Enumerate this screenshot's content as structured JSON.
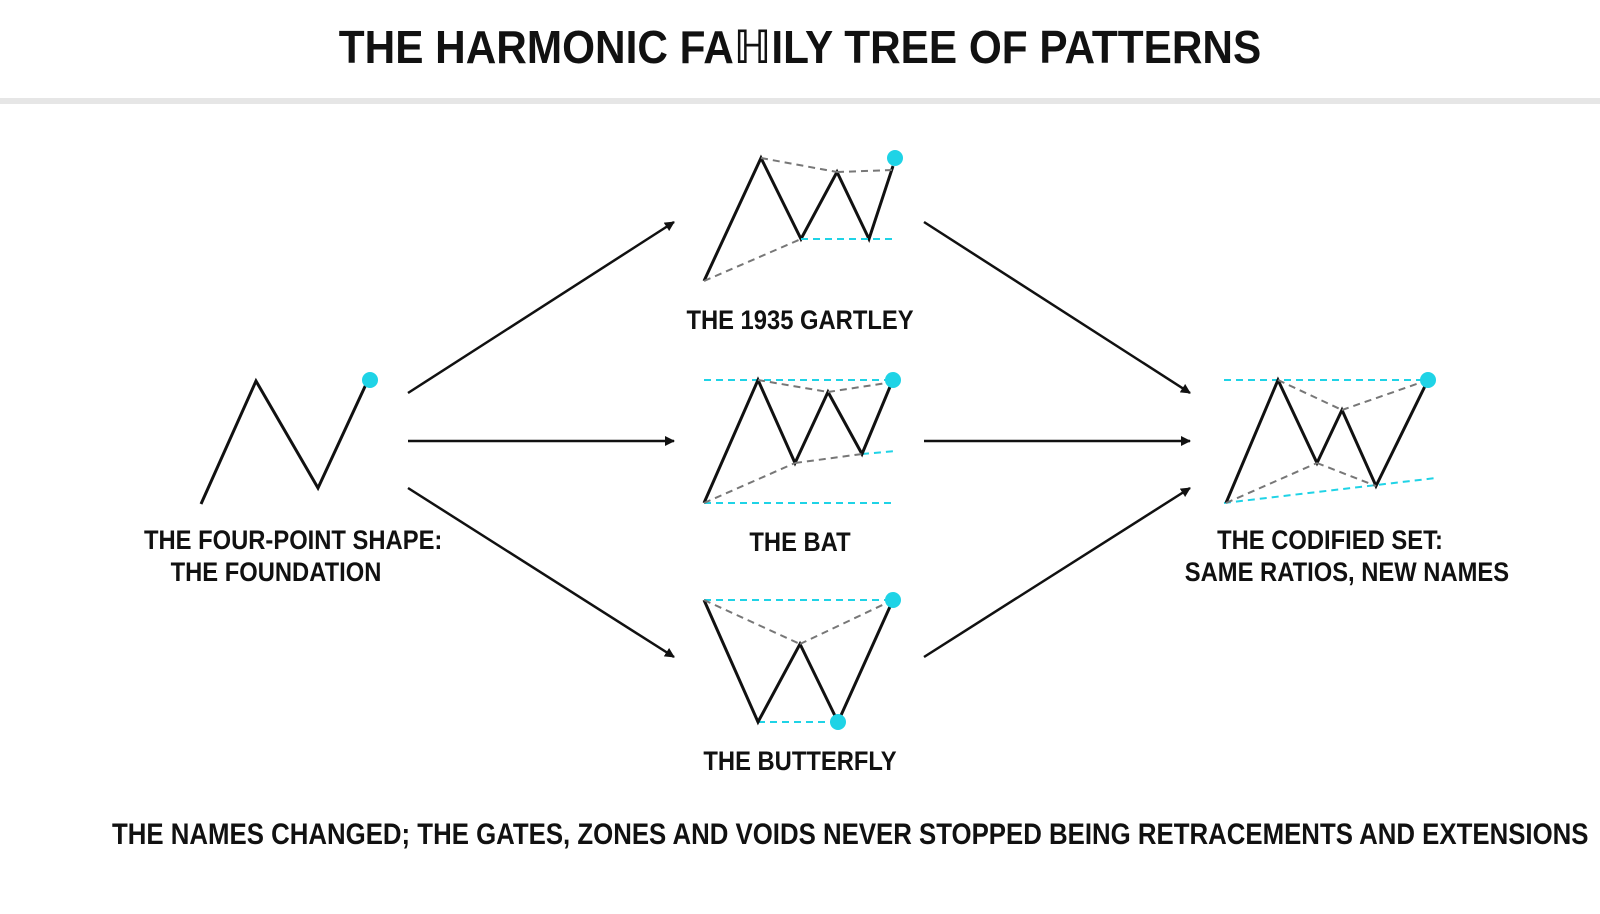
{
  "title": "THE HARMONIC FAℍILY TREE OF PATTERNS",
  "nodes": {
    "foundation": {
      "line1": "THE FOUR-POINT SHAPE:",
      "line2": "THE FOUNDATION"
    },
    "gartley": {
      "label": "THE 1935 GARTLEY"
    },
    "bat": {
      "label": "THE BAT"
    },
    "butterfly": {
      "label": "THE BUTTERFLY"
    },
    "codified": {
      "line1": "THE CODIFIED SET:",
      "line2": "SAME RATIOS, NEW NAMES"
    }
  },
  "footer": "THE NAMES CHANGED; THE GATES, ZONES AND VOIDS NEVER STOPPED BEING RETRACEMENTS AND EXTENSIONS",
  "colors": {
    "line": "#111111",
    "dashed_gray": "#777777",
    "accent_cyan": "#1fd3e6",
    "divider": "#e6e6e6"
  }
}
